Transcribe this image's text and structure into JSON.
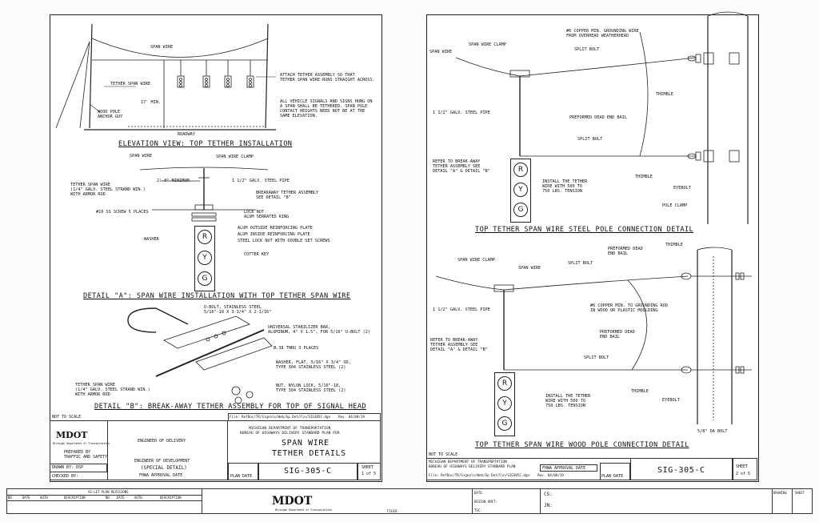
{
  "sheet1": {
    "elevation": {
      "caption": "ELEVATION VIEW: TOP TETHER INSTALLATION",
      "span_wire": "SPAN WIRE",
      "tether_span_wire": "TETHER SPAN WIRE",
      "tether_min": "17' MIN.",
      "wood_pole": "WOOD POLE\nANCHOR GUY",
      "roadway": "ROADWAY",
      "note1": "ATTACH TETHER ASSEMBLY SO THAT\nTETHER SPAN WIRE RUNS STRAIGHT ACROSS.",
      "note2": "ALL VEHICLE SIGNALS AND SIGNS HUNG ON\nA SPAN SHALL BE TETHERED. SPAN POLE\nCONTACT HEIGHTS NEED NOT BE AT THE\nSAME ELEVATION."
    },
    "detail_a": {
      "caption": "DETAIL \"A\": SPAN WIRE INSTALLATION WITH TOP TETHER SPAN WIRE",
      "span_wire": "SPAN WIRE",
      "span_wire_clamp": "SPAN WIRE CLAMP",
      "minimum": "2'-0\" MINIMUM",
      "steel_pipe": "1 1/2\" GALV. STEEL PIPE",
      "tether_span_wire": "TETHER SPAN WIRE\n(1/4\" GALV. STEEL STRAND WIN.)\nWITH ARMOR ROD",
      "breakaway": "BREAKAWAY TETHER ASSEMBLY\nSEE DETAIL \"B\"",
      "screw": "#10 SS SCREW 5 PLACES",
      "lock_nut": "LOCK NUT",
      "serrated": "ALUM SERRATED RING",
      "outside_plate": "ALUM OUTSIDE REINFORCING PLATE",
      "inside_plate": "ALUM INSIDE REINFORCING PLATE",
      "steel_lock_nut": "STEEL LOCK NUT WITH DOUBLE SET SCREWS",
      "washer": "WASHER",
      "cotter": "COTTER KEY"
    },
    "detail_b": {
      "caption": "DETAIL \"B\": BREAK-AWAY TETHER ASSEMBLY FOR TOP OF SIGNAL HEAD",
      "ubolt": "U-BOLT, STAINLESS STEEL\n5/16\"-18 X 3-3/4\" X 2-1/16\"",
      "stabilizer": "UNIVERSAL STABILIZER BAR,\nALUMINUM, 4\" X 1.5\", FOR 5/16\" U-BOLT (2)",
      "holes": "Ø.38 THRU 3 PLACES",
      "washer": "WASHER, FLAT, 5/16\" X 3/4\" OD,\nTYPE 304 STAINLESS STEEL (2)",
      "tether": "TETHER SPAN WIRE\n(1/4\" GALV. STEEL STRAND WIN.)\nWITH ARMOR ROD",
      "nut": "NUT, NYLON LOCK, 5/16\"-18,\nTYPE 304 STAINLESS STEEL (2)"
    },
    "not_to_scale": "NOT TO SCALE",
    "file": "File: RefDoc/TR/Signals/Web/Sp Det/Fin/SIG305C.dgn    Rev. 04/08/19",
    "mdot": "MDOT",
    "mdot_sub": "Michigan Department of Transportation",
    "prepared_by": "PREPARED BY\nTRAFFIC AND SAFETY",
    "engineer_delivery": "ENGINEER OF DELIVERY",
    "engineer_development": "ENGINEER OF DEVELOPMENT",
    "special_detail": "(SPECIAL DETAIL)",
    "fhwa": "FHWA APPROVAL DATE",
    "drawn_by": "DRAWN BY: DSP",
    "checked_by": "CHECKED BY:",
    "dept": "MICHIGAN DEPARTMENT OF TRANSPORTATION\nBUREAU OF HIGHWAYS DELIVERY STANDARD PLAN FOR",
    "title1": "SPAN WIRE",
    "title2": "TETHER DETAILS",
    "plan_date": "PLAN DATE",
    "sig_number": "SIG-305-C",
    "sheet_label": "SHEET",
    "sheet_num": "1 of 5"
  },
  "sheet2": {
    "steel": {
      "caption": "TOP TETHER SPAN WIRE STEEL POLE CONNECTION DETAIL",
      "grounding": "#6 COPPER MIN. GROUNDING WIRE\nFROM OVERHEAD WEATHERHEAD",
      "span_wire": "SPAN WIRE",
      "span_wire_clamp": "SPAN WIRE CLAMP",
      "split_bolt": "SPLIT BOLT",
      "thimble": "THIMBLE",
      "steel_pipe": "1 1/2\" GALV. STEEL PIPE",
      "preformed": "PREFORMED DEAD END BAIL",
      "split_bolt2": "SPLIT BOLT",
      "refer": "REFER TO BREAK-AWAY\nTETHER ASSEMBLY SEE\nDETAIL \"A\" & DETAIL \"B\"",
      "install": "INSTALL THE TETHER\nWIRE WITH 500 TO\n750 LBS. TENSION",
      "thimble2": "THIMBLE",
      "eyebolt": "EYEBOLT",
      "pole_clamp": "POLE CLAMP"
    },
    "wood": {
      "caption": "TOP TETHER SPAN WIRE WOOD POLE CONNECTION DETAIL",
      "span_wire_clamp": "SPAN WIRE CLAMP",
      "span_wire": "SPAN WIRE",
      "split_bolt": "SPLIT BOLT",
      "preformed": "PREFORMED DEAD\nEND BAIL",
      "thimble": "THIMBLE",
      "steel_pipe": "1 1/2\" GALV. STEEL PIPE",
      "grounding": "#6 COPPER MIN. TO GROUNDING ROD\nIN WOOD OR PLASTIC MOULDING",
      "preformed2": "PREFORMED DEAD\nEND BAIL",
      "refer": "REFER TO BREAK-AWAY\nTETHER ASSEMBLY SEE\nDETAIL \"A\" & DETAIL \"B\"",
      "split_bolt2": "SPLIT BOLT",
      "thimble2": "THIMBLE",
      "install": "INSTALL THE TETHER\nWIRE WITH 500 TO\n750 LBS. TENSION",
      "eyebolt": "EYEBOLT",
      "da_bolt": "5/8\" DA BOLT"
    },
    "not_to_scale": "NOT TO SCALE",
    "dept": "MICHIGAN DEPARTMENT OF TRANSPORTATION\nBUREAU OF HIGHWAYS DELIVERY STANDARD PLAN",
    "fhwa": "FHWA APPROVAL DATE",
    "file": "File: RefDoc/TR/Signals/Web/Sp Det/Fin/SIG305C.dgn    Rev. 04/08/19",
    "plan_date": "PLAN DATE",
    "sig_number": "SIG-305-C",
    "sheet_label": "SHEET",
    "sheet_num": "2 of 5"
  },
  "signal": {
    "r": "R",
    "y": "Y",
    "g": "G"
  },
  "footer": {
    "revisions": "AS-LET PLAN REVISIONS",
    "no": "NO.",
    "date": "DATE",
    "auth": "AUTH",
    "description": "DESCRIPTION",
    "mdot": "MDOT",
    "mdot_sub": "Michigan Department of Transportation",
    "filed": "FILED:",
    "date_label": "DATE:",
    "design_unit": "DESIGN UNIT:",
    "tsc": "TSC:",
    "cs": "CS:",
    "jn": "JN:",
    "drawing": "DRAWING",
    "sheet": "SHEET"
  }
}
